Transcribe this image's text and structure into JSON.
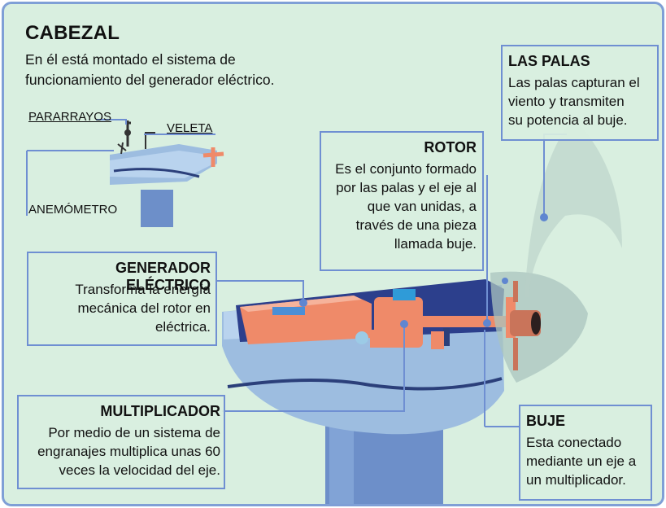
{
  "cabezal": {
    "title": "CABEZAL",
    "line1": "En él está montado el sistema de",
    "line2": "funcionamiento del generador eléctrico."
  },
  "mini_labels": {
    "pararrayos": "PARARRAYOS",
    "veleta": "VELETA",
    "anemometro": "ANEMÓMETRO"
  },
  "palas": {
    "title": "LAS PALAS",
    "lines": [
      "Las palas capturan el",
      "viento y transmiten",
      "su potencia al buje."
    ]
  },
  "rotor": {
    "title": "ROTOR",
    "lines": [
      "Es el conjunto formado",
      "por las palas y el eje al",
      "que van unidas, a",
      "través de una pieza",
      "llamada buje."
    ]
  },
  "generador": {
    "title": "GENERADOR ELÉCTRICO",
    "lines": [
      "Transforma la energía",
      "mecánica del rotor en",
      "eléctrica."
    ]
  },
  "multiplicador": {
    "title": "MULTIPLICADOR",
    "lines": [
      "Por medio de un sistema de",
      "engranajes multiplica unas 60",
      "veces la velocidad del eje."
    ]
  },
  "buje": {
    "title": "BUJE",
    "lines": [
      "Esta conectado",
      "mediante un eje a",
      "un  multiplicador."
    ]
  },
  "colors": {
    "background": "#d9efe0",
    "border": "#7f9fd6",
    "box_border": "#6f8fd2",
    "machinery": "#f08a6a",
    "housing": "#8fb0d6",
    "tower": "#6d8fc9"
  }
}
